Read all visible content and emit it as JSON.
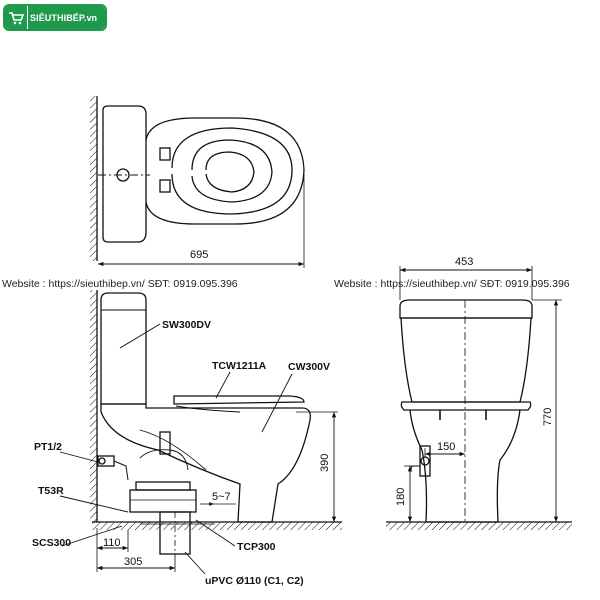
{
  "brand": {
    "logo_text": "SIÊUTHIBẾP.vn",
    "accent_color": "#1f9a4d",
    "icon": "cart-icon"
  },
  "watermarks": [
    "Website : https://sieuthibep.vn/   SĐT: 0919.095.396",
    "Website : https://sieuthibep.vn/  SĐT: 0919.095.396"
  ],
  "top_view": {
    "length_dim": "695"
  },
  "side_view": {
    "parts": {
      "tank": "SW300DV",
      "seat": "TCW1211A",
      "bowl": "CW300V",
      "supply": "PT1/2",
      "valve": "T53R",
      "stop": "SCS300",
      "flange": "TCP300",
      "pipe": "uPVC Ø110 (C1, C2)"
    },
    "dims": {
      "seat_height": "390",
      "gap": "5~7",
      "inlet_offset": "110",
      "rough_in": "305"
    }
  },
  "front_view": {
    "dims": {
      "width": "453",
      "height": "770",
      "inlet_side": "150",
      "inlet_height": "180"
    }
  }
}
